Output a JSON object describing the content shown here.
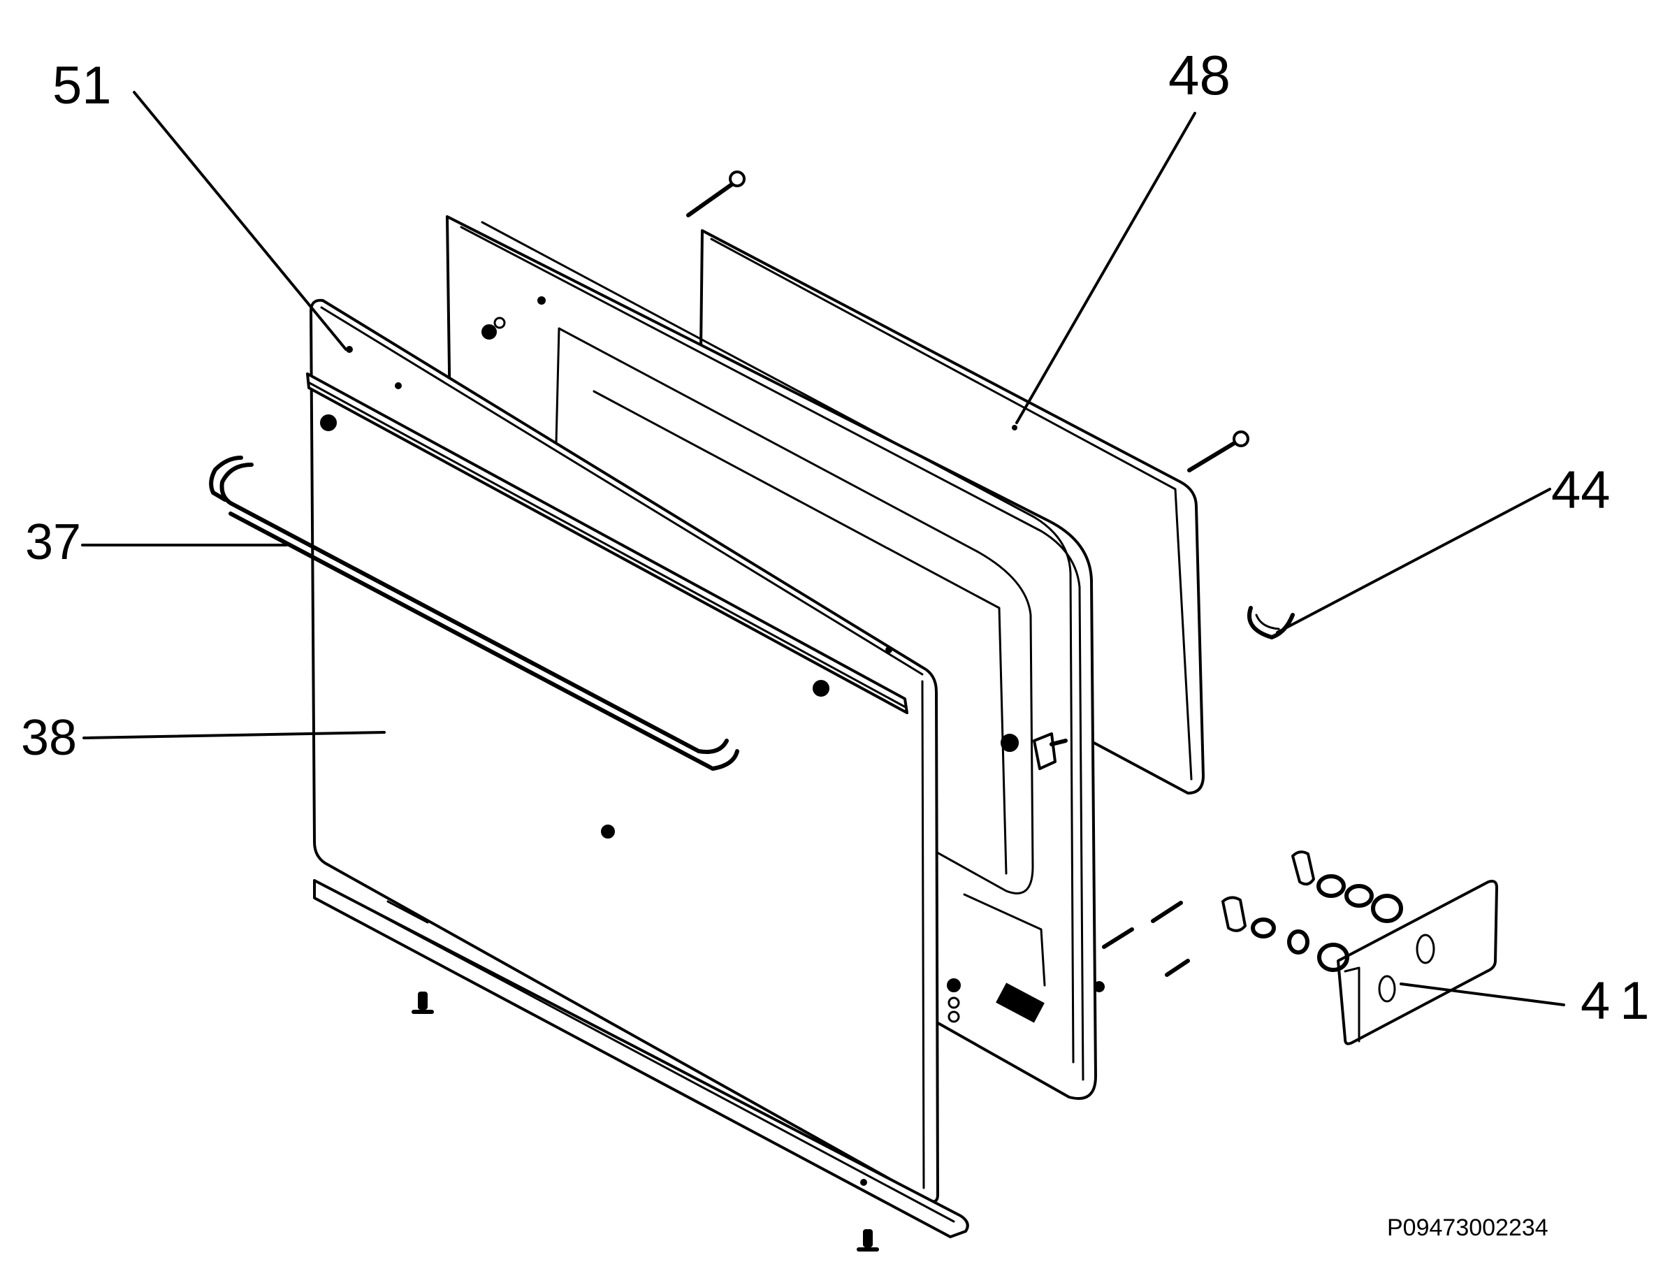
{
  "diagram": {
    "callouts": [
      {
        "id": "51",
        "label": "51"
      },
      {
        "id": "48",
        "label": "48"
      },
      {
        "id": "44",
        "label": "44"
      },
      {
        "id": "37",
        "label": "37"
      },
      {
        "id": "38",
        "label": "38"
      },
      {
        "id": "41",
        "label": "41"
      }
    ],
    "reference_code": "P09473002234"
  }
}
